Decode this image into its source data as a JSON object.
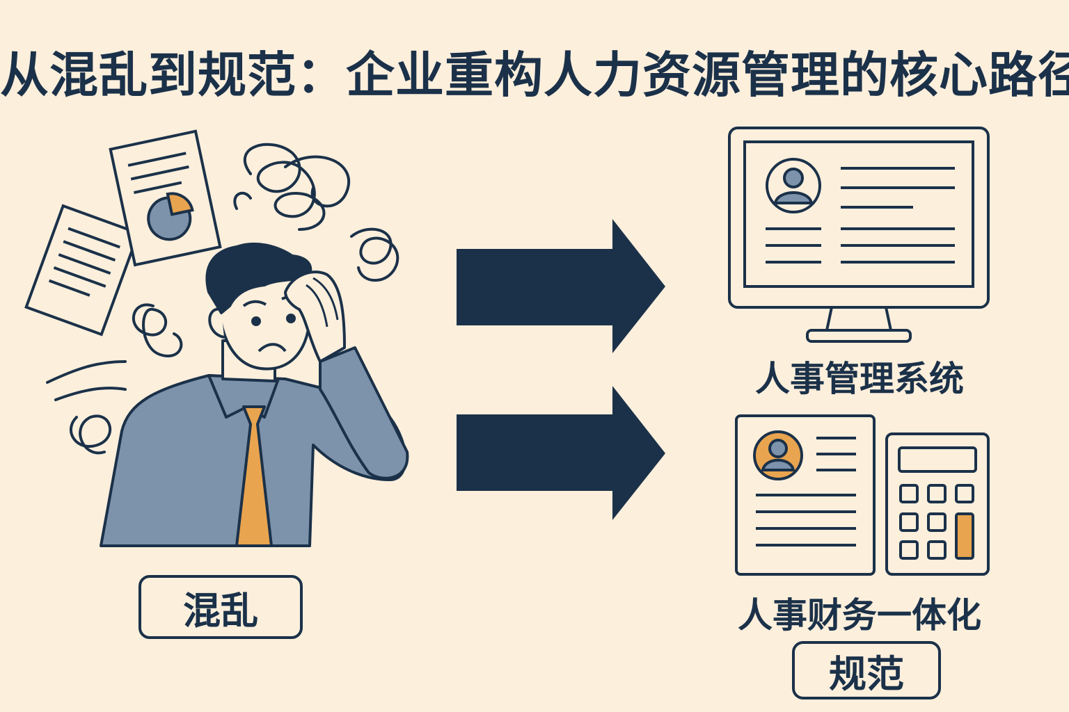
{
  "title": "从混乱到规范：企业重构人力资源管理的核心路径",
  "left": {
    "badge": "混乱"
  },
  "right": {
    "system_label": "人事管理系统",
    "integration_label": "人事财务一体化",
    "badge": "规范"
  },
  "colors": {
    "background": "#fcefdc",
    "navy": "#1b3149",
    "shirt": "#7d93ab",
    "accent": "#e8a44f"
  },
  "icons": [
    "document-icon",
    "pie-chart-document-icon",
    "stressed-man-icon",
    "arrow-right-icon",
    "monitor-profile-icon",
    "resume-icon",
    "calculator-icon"
  ]
}
